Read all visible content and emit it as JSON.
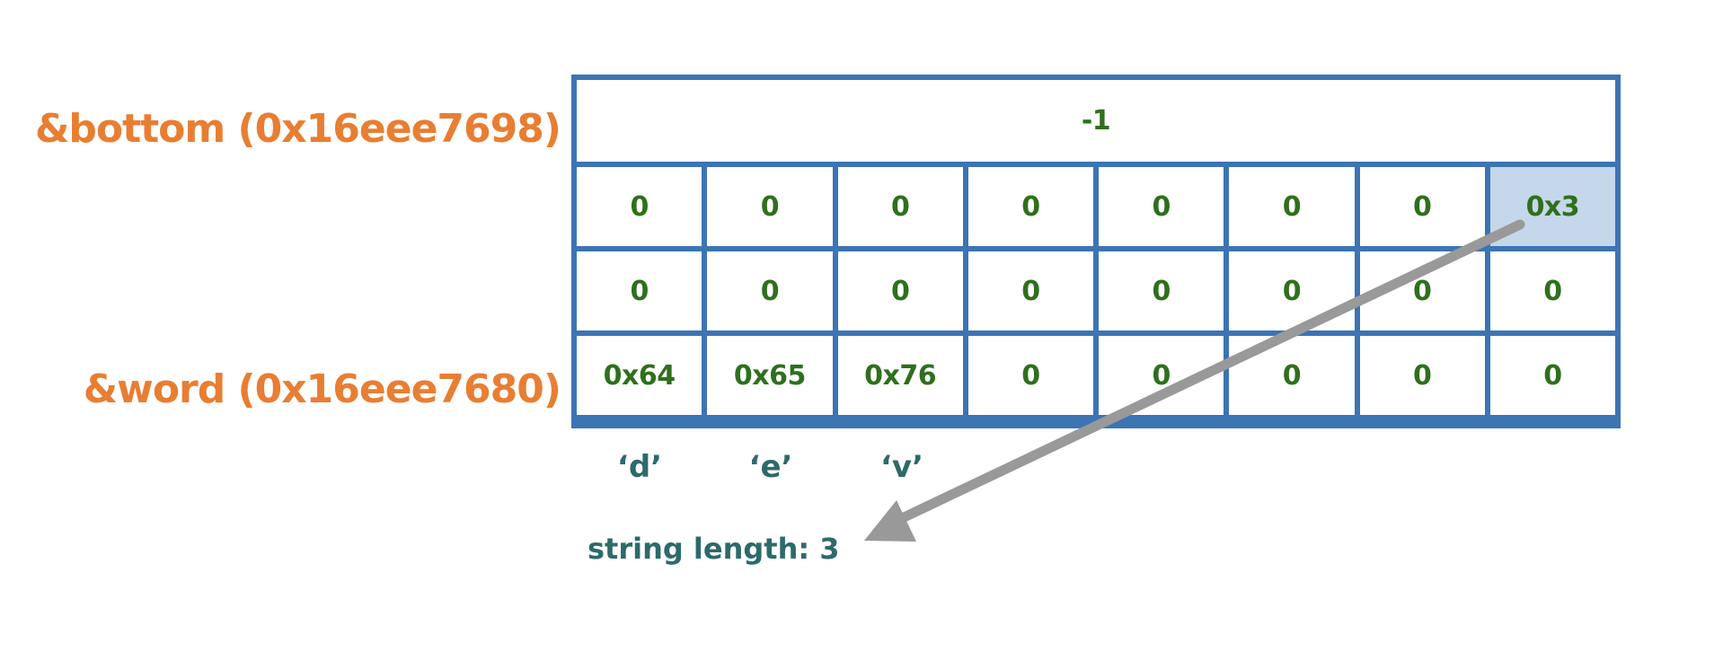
{
  "colors": {
    "label_orange": "#e87e32",
    "cell_text_green": "#2f6f1d",
    "note_teal": "#2d6a6a",
    "grid_blue": "#3c74b4",
    "highlight_fill": "#c5d7ea",
    "arrow_gray": "#999999"
  },
  "labels": {
    "bottom_address": "&bottom (0x16eee7698)",
    "word_address": "&word (0x16eee7680)"
  },
  "memory": {
    "bottom_value": "-1",
    "rows": [
      [
        "0",
        "0",
        "0",
        "0",
        "0",
        "0",
        "0",
        "0x3"
      ],
      [
        "0",
        "0",
        "0",
        "0",
        "0",
        "0",
        "0",
        "0"
      ],
      [
        "0x64",
        "0x65",
        "0x76",
        "0",
        "0",
        "0",
        "0",
        "0"
      ]
    ],
    "highlighted_cell": {
      "row": 0,
      "col": 7
    }
  },
  "char_labels": [
    "‘d’",
    "‘e’",
    "‘v’"
  ],
  "annotation": {
    "text": "string length: 3",
    "arrow": {
      "from": "0x3 cell",
      "to": "string length label",
      "icon": "arrow-icon"
    }
  }
}
